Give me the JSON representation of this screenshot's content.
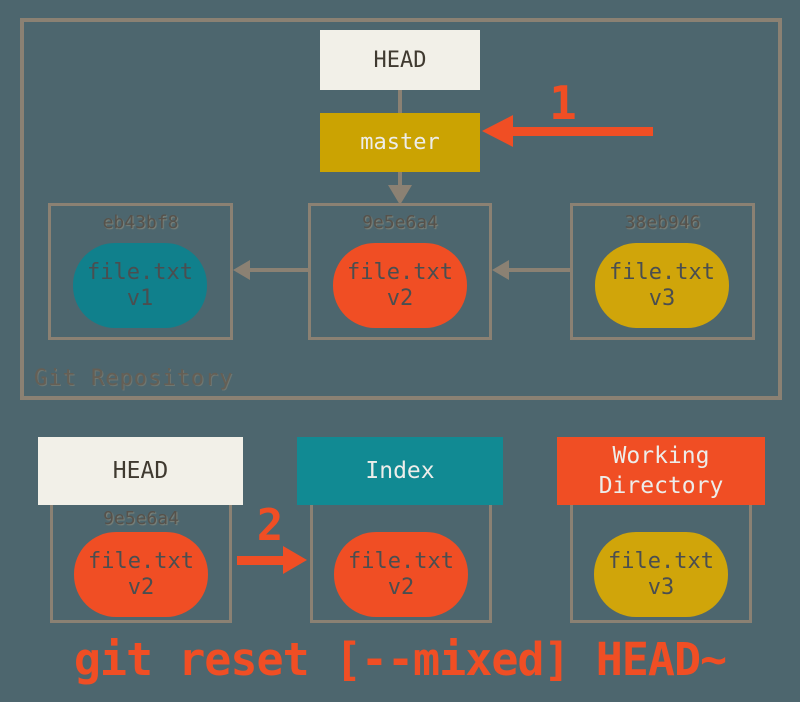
{
  "colors": {
    "background": "#4d666e",
    "box_border": "#8b8173",
    "cream": "#f2f0e8",
    "gold": "#cba302",
    "gold_blob": "#d0a50a",
    "teal": "#118a93",
    "teal_blob": "#10808c",
    "red": "#f04e24",
    "dark_text": "#403a30",
    "light_text": "#ededea"
  },
  "repo": {
    "label": "Git Repository",
    "head_ref": "HEAD",
    "branch_ref": "master",
    "commits": [
      {
        "id": "eb43bf8",
        "file": "file.txt",
        "version": "v1"
      },
      {
        "id": "9e5e6a4",
        "file": "file.txt",
        "version": "v2"
      },
      {
        "id": "38eb946",
        "file": "file.txt",
        "version": "v3"
      }
    ]
  },
  "annotations": {
    "step1": "1",
    "step2": "2",
    "command": "git reset [--mixed] HEAD~"
  },
  "trees": {
    "head": {
      "title": "HEAD",
      "commit_id": "9e5e6a4",
      "file": "file.txt",
      "version": "v2"
    },
    "index": {
      "title": "Index",
      "file": "file.txt",
      "version": "v2"
    },
    "workdir": {
      "title": "Working Directory",
      "file": "file.txt",
      "version": "v3"
    }
  }
}
